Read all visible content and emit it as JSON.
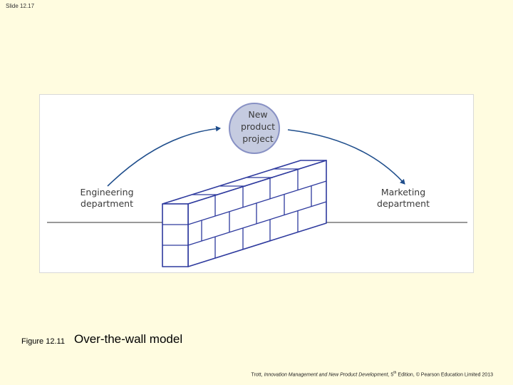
{
  "slide": {
    "number": "Slide 12.17"
  },
  "diagram": {
    "circle_lines": [
      "New",
      "product",
      "project"
    ],
    "left_lines": [
      "Engineering",
      "department"
    ],
    "right_lines": [
      "Marketing",
      "department"
    ],
    "colors": {
      "circle_fill": "#c5cbe0",
      "circle_stroke": "#8891c4",
      "arrow": "#1f4e8c",
      "wall": "#2e3a9e",
      "ground": "#333333"
    }
  },
  "caption": {
    "number": "Figure 12.11",
    "title": "Over-the-wall model"
  },
  "footer": {
    "author": "Trott,",
    "book": "Innovation Management and New Product Development",
    "edition_num": ", 5",
    "edition_sup": "th",
    "rest": " Edition, © Pearson Education Limited 2013"
  }
}
